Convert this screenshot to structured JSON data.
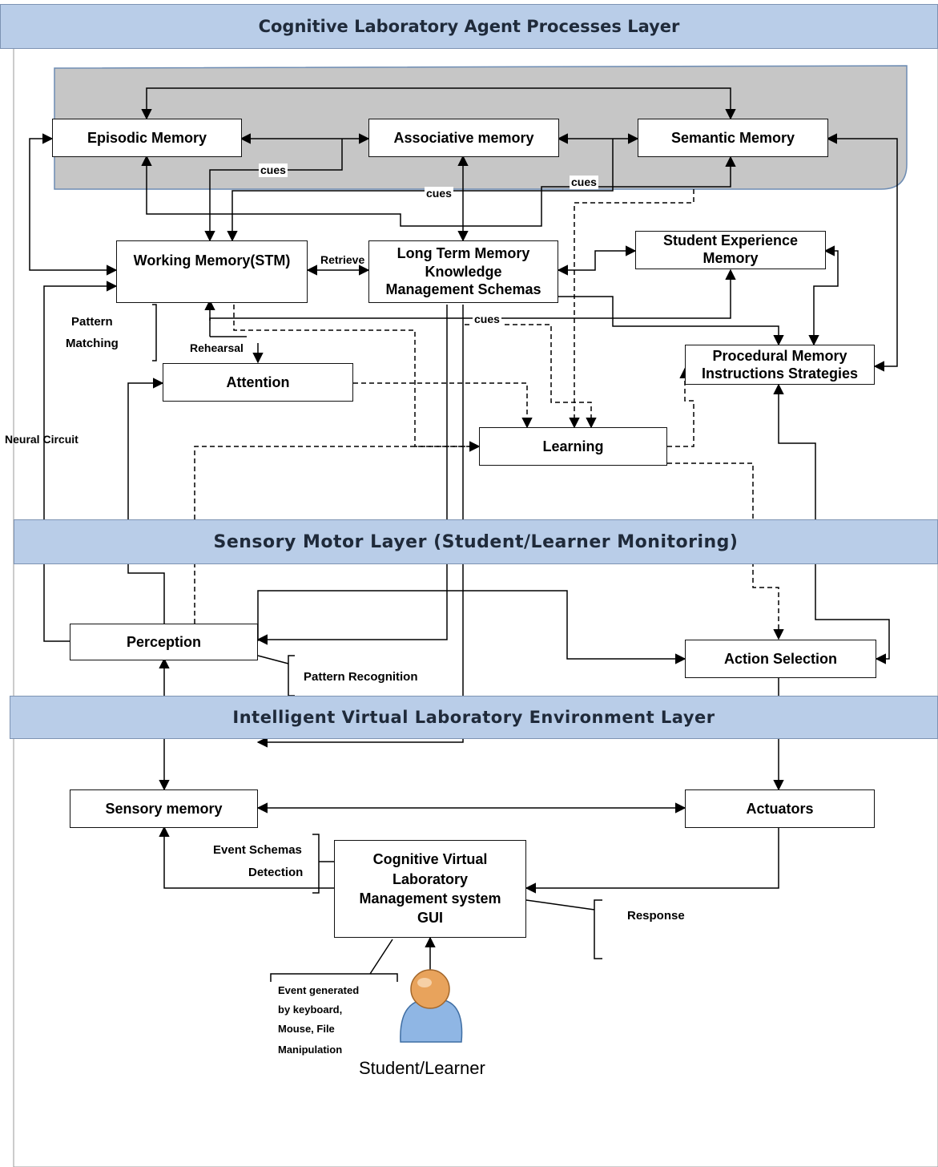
{
  "layers": {
    "cognitive": "Cognitive Laboratory Agent Processes Layer",
    "sensory_motor": "Sensory Motor Layer  (Student/Learner Monitoring)",
    "environment": "Intelligent Virtual Laboratory Environment Layer"
  },
  "boxes": {
    "episodic": "Episodic Memory",
    "associative": "Associative memory",
    "semantic": "Semantic Memory",
    "working": "Working Memory(STM)",
    "ltm_line1": "Long Term Memory",
    "ltm_line2": "Knowledge",
    "ltm_line3": "Management Schemas",
    "student_exp_line1": "Student Experience",
    "student_exp_line2": "Memory",
    "procedural_line1": "Procedural Memory",
    "procedural_line2": "Instructions Strategies",
    "attention": "Attention",
    "learning": "Learning",
    "perception": "Perception",
    "action_selection": "Action Selection",
    "sensory_memory": "Sensory memory",
    "actuators": "Actuators",
    "gui_line1": "Cognitive Virtual",
    "gui_line2": "Laboratory",
    "gui_line3": "Management system",
    "gui_line4": "GUI"
  },
  "labels": {
    "cues_1": "cues",
    "cues_2": "cues",
    "cues_3": "cues",
    "cues_4": "cues",
    "retrieve": "Retrieve",
    "pattern_1": "Pattern",
    "pattern_2": "Matching",
    "rehearsal": "Rehearsal",
    "neural_circuit": "Neural Circuit",
    "pattern_recognition": "Pattern Recognition",
    "event_schemas_1": "Event Schemas",
    "event_schemas_2": "Detection",
    "response": "Response",
    "event_gen_1": "Event generated",
    "event_gen_2": "by keyboard,",
    "event_gen_3": "Mouse, File",
    "event_gen_4": "Manipulation",
    "student": "Student/Learner"
  },
  "colors": {
    "band": "#b9cde8",
    "memory_panel": "#c6c6c6",
    "avatar_head": "#e8a35c",
    "avatar_body": "#8fb6e4"
  },
  "icons": {
    "student": "user-avatar-icon"
  }
}
